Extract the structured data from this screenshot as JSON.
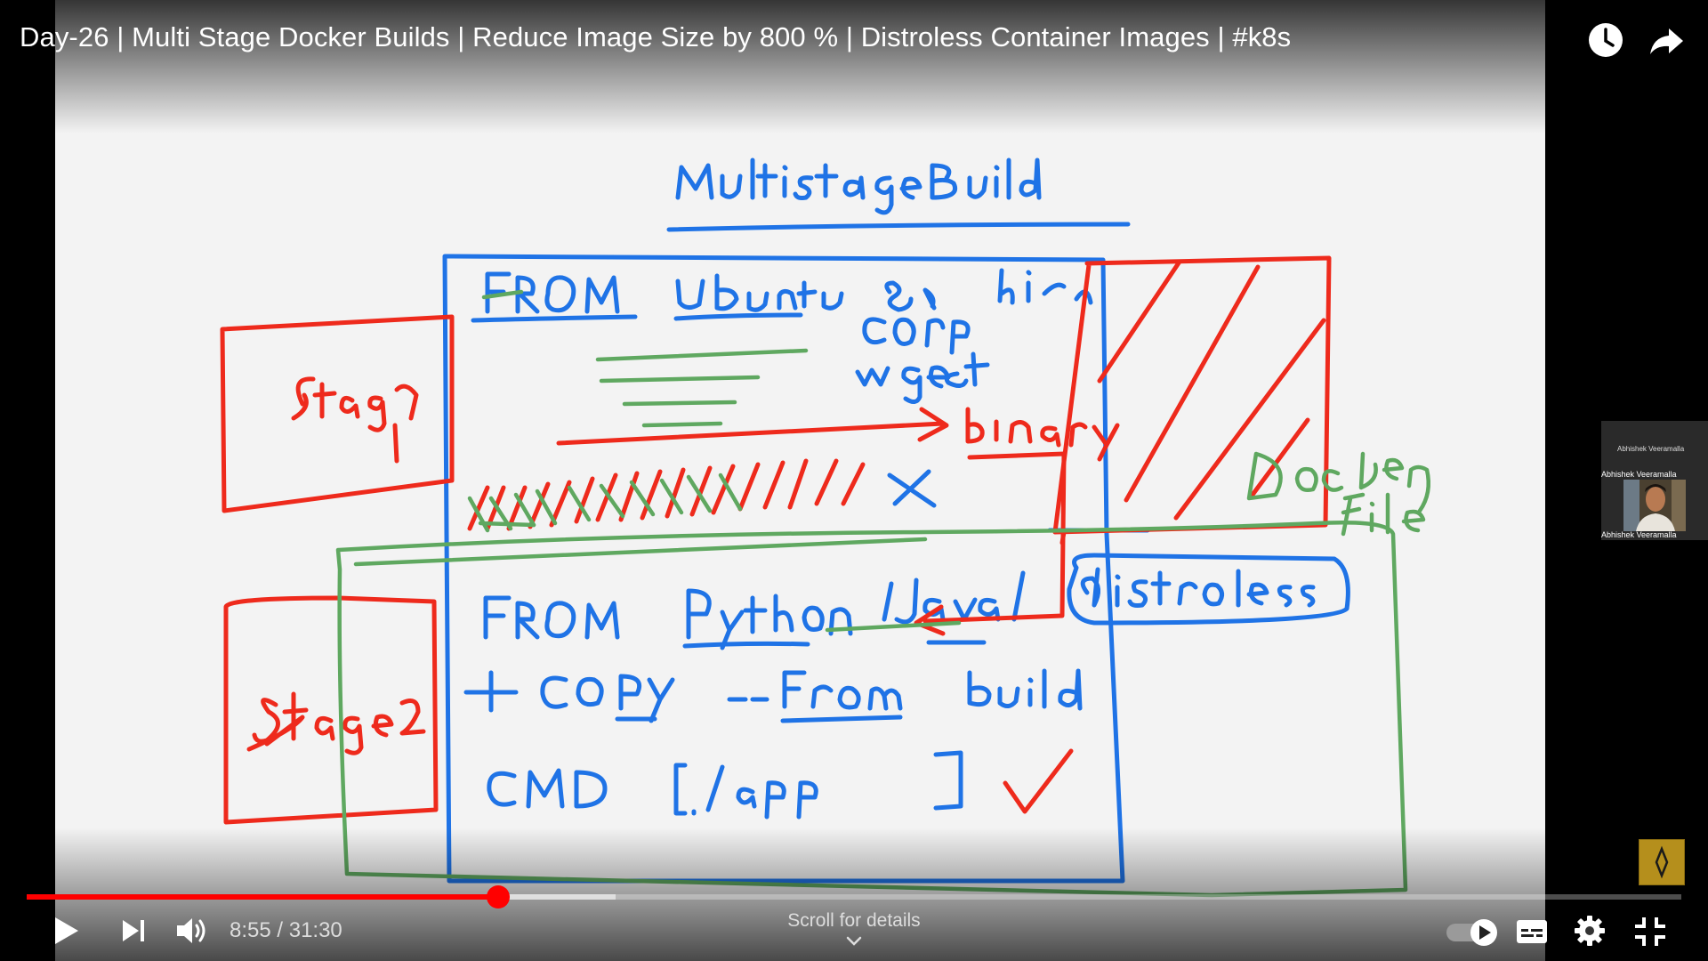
{
  "video": {
    "title": "Day-26 | Multi Stage Docker Builds | Reduce Image Size by 800 % | Distroless Container Images | #k8s",
    "webcam": {
      "presenter_name": "Abhishek Veeramalla"
    }
  },
  "player": {
    "current_time": "8:55",
    "duration": "31:30",
    "time_text": "8:55 / 31:30",
    "progress_fraction": 0.285,
    "buffered_fraction": 0.356,
    "scroll_hint": "Scroll for details",
    "autoplay": true
  },
  "icons": {
    "watch_later": "clock-icon",
    "share": "share-arrow-icon",
    "play": "play-icon",
    "next": "next-icon",
    "volume": "volume-icon",
    "subtitles": "subtitles-icon",
    "settings": "gear-icon",
    "exit_fullscreen": "exit-fullscreen-icon",
    "chevron": "chevron-down-icon"
  },
  "colors": {
    "progress_played": "#ff0000",
    "whiteboard_blue": "#1f73e6",
    "whiteboard_red": "#ee2a1c",
    "whiteboard_green": "#5fa860",
    "watermark": "#b58f1c"
  }
}
